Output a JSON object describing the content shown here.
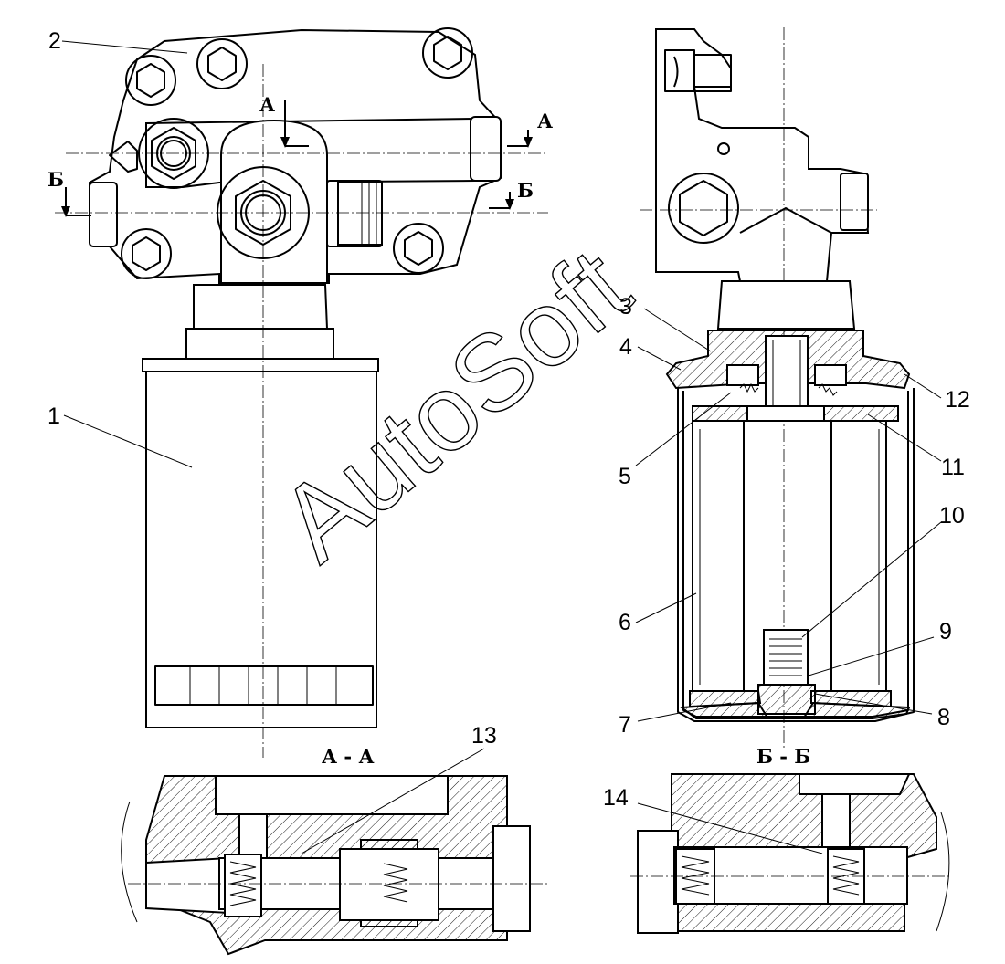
{
  "watermark": "AutoSoft",
  "callouts": {
    "c1": "1",
    "c2": "2",
    "c3": "3",
    "c4": "4",
    "c5": "5",
    "c6": "6",
    "c7": "7",
    "c8": "8",
    "c9": "9",
    "c10": "10",
    "c11": "11",
    "c12": "12",
    "c13": "13",
    "c14": "14"
  },
  "section_marks": {
    "a_top": "А",
    "a_right": "А",
    "b_left": "Б",
    "b_right": "Б"
  },
  "section_titles": {
    "aa": "А - А",
    "bb": "Б - Б"
  }
}
